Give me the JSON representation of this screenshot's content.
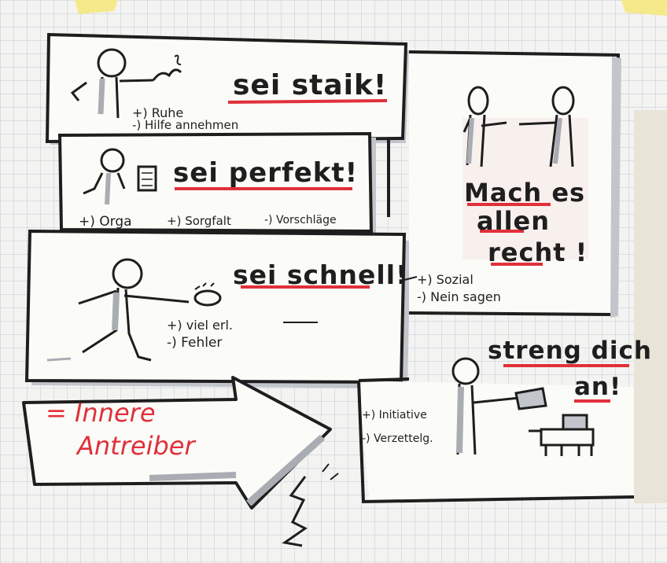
{
  "boxes": {
    "stark": {
      "title": "sei staik!",
      "pros": "+) Ruhe",
      "cons": "-) Hilfe annehmen"
    },
    "perfekt": {
      "title": "sei perfekt!",
      "pros": "+) Orga",
      "pros2": "+) Sorgfalt",
      "cons": "-) Vorschläge"
    },
    "schnell": {
      "title": "sei schnell!",
      "pros": "+) viel erl.",
      "cons": "-) Fehler"
    },
    "recht": {
      "title_l1": "Mach es",
      "title_l2": "allen",
      "title_l3": "recht !",
      "pros": "+) Sozial",
      "cons": "-) Nein sagen"
    },
    "streng": {
      "title_l1": "streng dich",
      "title_l2": "an!",
      "pros": "+) Initiative",
      "cons": "-) Verzettelg."
    }
  },
  "arrow": {
    "label_l1": "= Innere",
    "label_l2": "Antreiber"
  },
  "colors": {
    "ink": "#1e1e1e",
    "accent_red": "#e0303a",
    "shadow_grey": "#a9adb3",
    "paper": "#f3f3f1"
  }
}
